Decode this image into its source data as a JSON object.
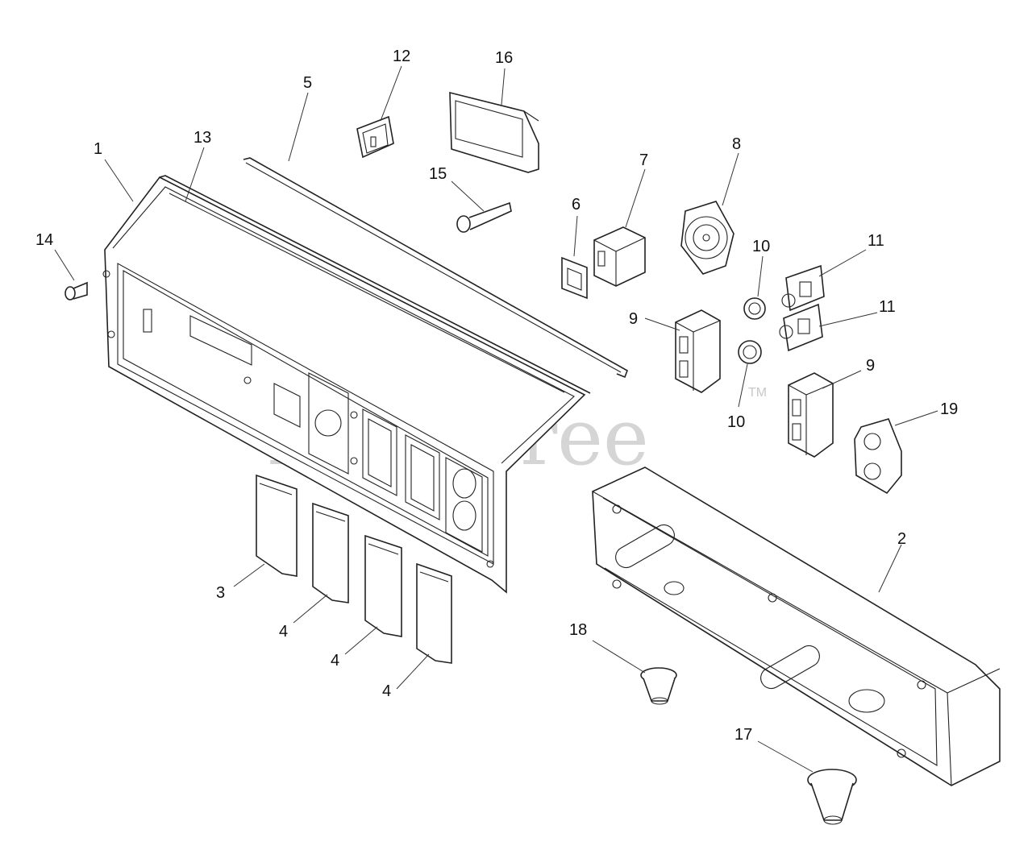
{
  "watermark": {
    "text": "PartsTree",
    "mark": "TM"
  },
  "callouts": [
    "1",
    "2",
    "3",
    "4",
    "4",
    "4",
    "5",
    "6",
    "7",
    "8",
    "9",
    "9",
    "10",
    "10",
    "11",
    "11",
    "12",
    "13",
    "14",
    "15",
    "16",
    "17",
    "18",
    "19"
  ]
}
